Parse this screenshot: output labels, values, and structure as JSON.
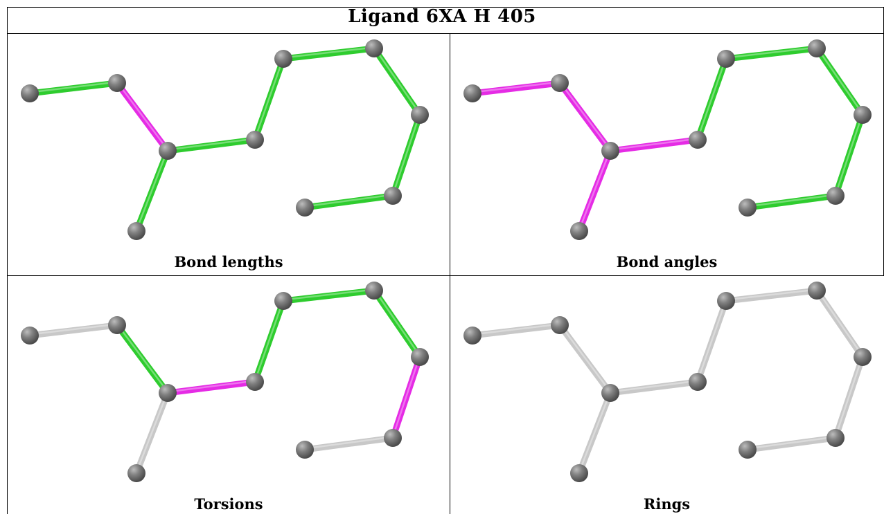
{
  "title": "Ligand 6XA H 405",
  "colors": {
    "good": "#2ecc2e",
    "outlier": "#e52be5",
    "neutral": "#c8c8c8",
    "atom": "#7a7a7a",
    "border": "#000000"
  },
  "atom_names": [
    "a1",
    "a2",
    "a3",
    "a4",
    "a5",
    "a6",
    "a7",
    "a8",
    "a9",
    "a10",
    "a11"
  ],
  "bonds": [
    [
      "a1",
      "a2"
    ],
    [
      "a2",
      "a3"
    ],
    [
      "a3",
      "a4"
    ],
    [
      "a3",
      "a5"
    ],
    [
      "a5",
      "a6"
    ],
    [
      "a6",
      "a7"
    ],
    [
      "a7",
      "a8"
    ],
    [
      "a8",
      "a9"
    ],
    [
      "a9",
      "a10"
    ]
  ],
  "panels": [
    {
      "id": "bond-lengths",
      "caption": "Bond lengths",
      "bond_colors": [
        "good",
        "outlier",
        "good",
        "good",
        "good",
        "good",
        "good",
        "good",
        "good"
      ]
    },
    {
      "id": "bond-angles",
      "caption": "Bond angles",
      "bond_colors": [
        "outlier",
        "outlier",
        "outlier",
        "outlier",
        "good",
        "good",
        "good",
        "good",
        "good"
      ]
    },
    {
      "id": "torsions",
      "caption": "Torsions",
      "bond_colors": [
        "neutral",
        "good",
        "neutral",
        "outlier",
        "good",
        "good",
        "good",
        "outlier",
        "neutral"
      ]
    },
    {
      "id": "rings",
      "caption": "Rings",
      "bond_colors": [
        "neutral",
        "neutral",
        "neutral",
        "neutral",
        "neutral",
        "neutral",
        "neutral",
        "neutral",
        "neutral"
      ]
    }
  ]
}
